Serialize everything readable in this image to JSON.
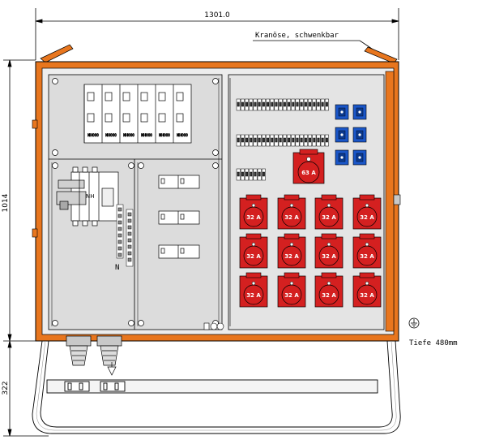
{
  "dimensions": {
    "width": "1301.0",
    "height_cabinet": "1014",
    "height_frame": "322"
  },
  "annotations": {
    "crane_eye": "Kranöse, schwenkbar",
    "depth": "Tiefe 480mm",
    "neutral": "N",
    "nh_label": "NH",
    "fuse_label": "NH000"
  },
  "sockets": {
    "large_label": "63 A",
    "small_label": "32 A"
  },
  "colors": {
    "frame_orange": "#e8761e",
    "socket_red": "#d42020",
    "socket_blue": "#1a56c8",
    "panel_gray": "#dcdcdc",
    "metal_gray": "#c8c8c8"
  }
}
